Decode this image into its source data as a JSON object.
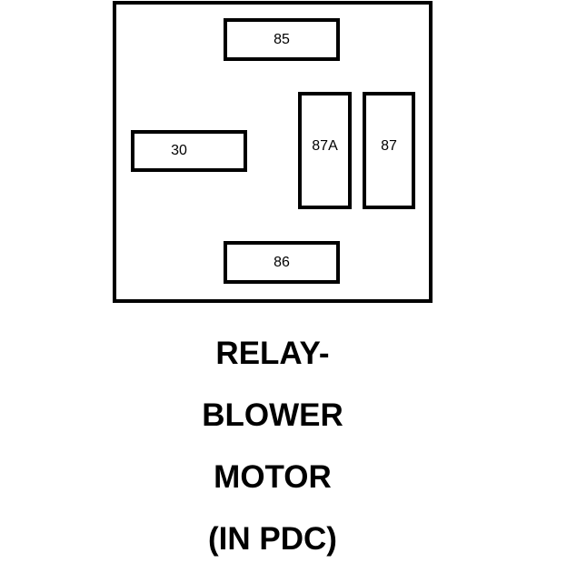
{
  "terminals": {
    "t85": "85",
    "t30": "30",
    "t87a": "87A",
    "t87": "87",
    "t86": "86"
  },
  "caption": {
    "line1": "RELAY-",
    "line2": "BLOWER",
    "line3": "MOTOR",
    "line4": "(IN PDC)"
  },
  "colors": {
    "stroke": "#000000",
    "background": "#ffffff"
  }
}
